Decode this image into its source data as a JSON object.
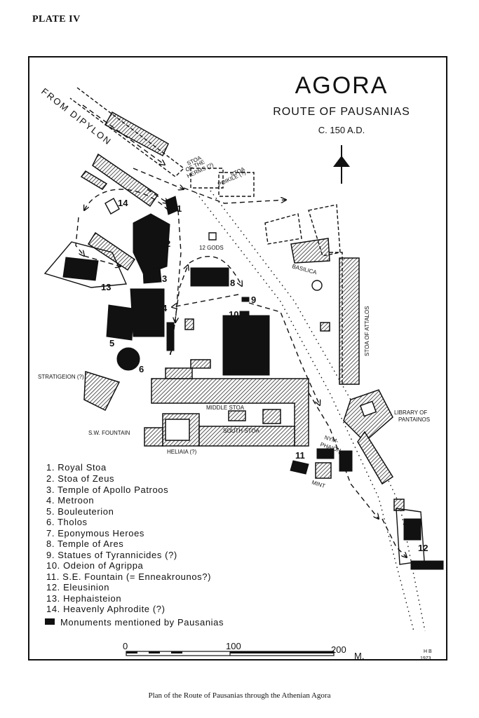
{
  "plate": "PLATE IV",
  "title": "AGORA",
  "subtitle": "ROUTE OF PAUSANIAS",
  "date": "C. 150 A.D.",
  "from_label": "FROM DIPYLON",
  "labels": {
    "stoa_herms_1": "STOA",
    "stoa_herms_2": "OF THE",
    "stoa_herms_3": "HERMS (?)",
    "stoa_poikile_1": "STOA",
    "stoa_poikile_2": "POIKILE (?)",
    "twelve_gods": "12 GODS",
    "basilica": "BASILICA",
    "stoa_attalos": "STOA OF ATTALOS",
    "stratigeion": "STRATIGEION (?)",
    "middle_stoa": "MIDDLE STOA",
    "south_stoa": "SOUTH STOA",
    "sw_fountain": "S.W. FOUNTAIN",
    "heliaia": "HELIAIA (?)",
    "nymphaion_1": "NYM-",
    "nymphaion_2": "PHAION",
    "mint": "MINT",
    "library_1": "LIBRARY OF",
    "library_2": "PANTAINOS"
  },
  "numbers": [
    "1",
    "2",
    "3",
    "4",
    "5",
    "6",
    "7",
    "8",
    "9",
    "10",
    "11",
    "12",
    "13",
    "14"
  ],
  "legend": [
    "1.  Royal Stoa",
    "2.  Stoa of Zeus",
    "3.  Temple of Apollo Patroos",
    "4.  Metroon",
    "5.  Bouleuterion",
    "6.  Tholos",
    "7.  Eponymous Heroes",
    "8.  Temple of Ares",
    "9.  Statues of Tyrannicides (?)",
    "10. Odeion of Agrippa",
    "11. S.E. Fountain (= Enneakrounos?)",
    "12. Eleusinion",
    "13. Hephaisteion",
    "14. Heavenly Aphrodite (?)"
  ],
  "legend_key": "Monuments mentioned by Pausanias",
  "scale": {
    "zero": "0",
    "mid": "100",
    "end": "200",
    "unit": "M."
  },
  "signature": {
    "initials": "H B",
    "year": "1973"
  },
  "caption": "Plan of the Route of Pausanias through the Athenian Agora",
  "icons": {
    "north": "north-arrow-icon"
  },
  "colors": {
    "ink": "#111111",
    "paper": "#ffffff"
  }
}
